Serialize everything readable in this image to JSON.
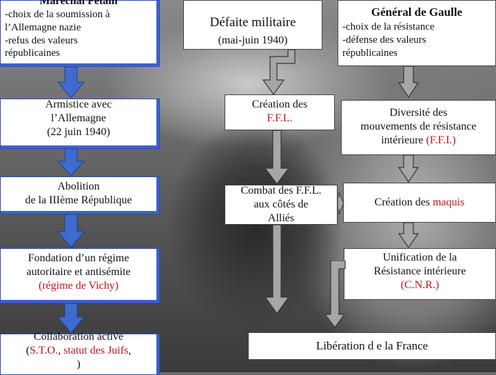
{
  "colors": {
    "left_border": "#3d63c8",
    "arrow_blue": "#3f6bd1",
    "arrow_grey": "#a6a6a6",
    "highlight": "#c0141e"
  },
  "left": {
    "petain": {
      "title": "Maréchal Pétain",
      "lines": [
        "-choix de la soumission à",
        "l’Allemagne nazie",
        "-refus des valeurs",
        "républicaines"
      ]
    },
    "armistice": {
      "lines": [
        "Armistice avec",
        "l’Allemagne",
        "(22 juin 1940)"
      ]
    },
    "abolition": {
      "lines": [
        "Abolition",
        "de la IIIème République"
      ]
    },
    "vichy": {
      "line1": "Fondation d’un régime",
      "line2": "autoritaire et antisémite",
      "highlight": "(régime de Vichy)"
    },
    "collab": {
      "line1": "Collaboration active",
      "open": "(",
      "sto": "S.T.O.",
      "sep1": ", ",
      "statut": "statut des Juifs",
      "sep2": ",",
      "line3": ")"
    }
  },
  "middle": {
    "defaite": {
      "line1": "Défaite militaire",
      "line2": "(mai-juin 1940)"
    },
    "ffl": {
      "line1": "Création des",
      "highlight": "F.F.L."
    },
    "combat": {
      "lines": [
        "Combat des F.F.L.",
        "aux côtés de",
        "Alliés"
      ]
    }
  },
  "right": {
    "degaulle": {
      "title": "Général de Gaulle",
      "lines": [
        "-choix de la résistance",
        "-défense des valeurs",
        "républicaines"
      ]
    },
    "diversite": {
      "line1": "Diversité des",
      "line2": "mouvements de résistance",
      "line3_pre": "intérieure ",
      "highlight": "(F.F.I.)"
    },
    "maquis": {
      "pre": "Création des ",
      "highlight": "maquis"
    },
    "cnr": {
      "line1": "Unification de la",
      "line2": "Résistance intérieure",
      "highlight": "(C.N.R.)"
    }
  },
  "bottom": {
    "liberation": "Libération d e la France"
  }
}
